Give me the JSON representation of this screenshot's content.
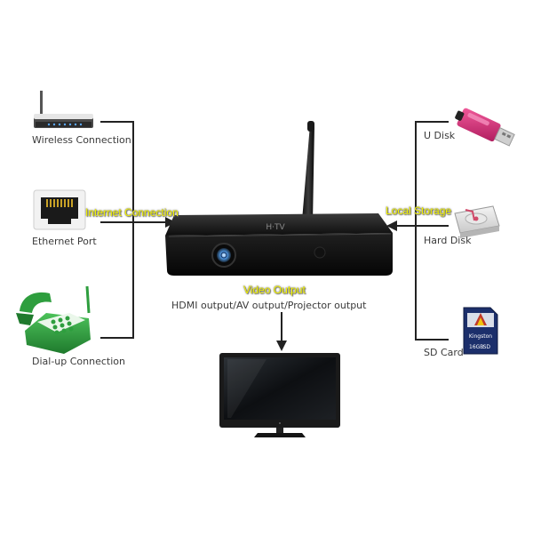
{
  "labels": {
    "wireless": "Wireless Connection",
    "ethernet": "Ethernet Port",
    "dialup": "Dial-up Connection",
    "udisk": "U Disk",
    "harddisk": "Hard Disk",
    "sdcard": "SD Card",
    "hdmi": "HDMI output/AV output/Projector output"
  },
  "highlights": {
    "internet": "Internet Connection",
    "storage": "Local Storage",
    "video": "Video Output"
  },
  "device": {
    "brand": "H·TV"
  },
  "sdcard_text": {
    "size": "16GB",
    "brand": "Kingston",
    "type": "SD"
  },
  "icons": {
    "router": "router-icon",
    "ethernet": "ethernet-port-icon",
    "phone": "telephone-icon",
    "usb": "usb-drive-icon",
    "hdd": "hard-disk-icon",
    "sd": "sd-card-icon",
    "tv": "television-icon",
    "box": "tv-box-icon"
  },
  "colors": {
    "highlight": "#f5f500",
    "line": "#222222",
    "phone": "#2e9e3e",
    "usb": "#d9307a"
  }
}
